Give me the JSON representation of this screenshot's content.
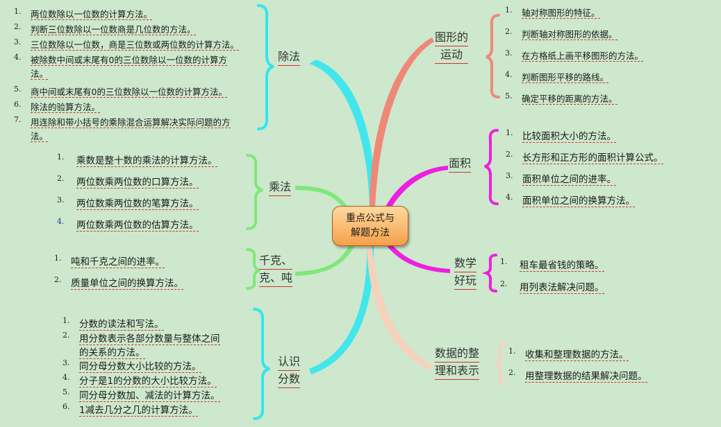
{
  "center": {
    "line1": "重点公式与",
    "line2": "解题方法"
  },
  "branches": {
    "division": {
      "title": "除法",
      "items": [
        "两位数除以一位数的计算方法。",
        "判断三位数除以一位数商是几位数的方法。",
        "三位数除以一位数，商是三位数或两位数的计算方法。",
        "被除数中间或末尾有0的三位数除以一位数的计算方",
        "法。",
        "商中间或末尾有0的三位数除以一位数的计算方法。",
        "除法的验算方法。",
        "用连除和带小括号的乘除混合运算解决实际问题的方",
        "法。"
      ]
    },
    "multiplication": {
      "title": "乘法",
      "items": [
        "乘数是整十数的乘法的计算方法。",
        "两位数乘两位数的口算方法。",
        "两位数乘两位数的笔算方法。",
        "两位数乘两位数的估算方法。"
      ]
    },
    "weight": {
      "title_line1": "千克、",
      "title_line2": "克、吨",
      "items": [
        "吨和千克之间的进率。",
        "质量单位之间的换算方法。"
      ]
    },
    "fractions": {
      "title_line1": "认识",
      "title_line2": "分数",
      "items": [
        "分数的读法和写法。",
        "用分数表示各部分数量与整体之间",
        "的关系的方法。",
        "同分母分数大小比较的方法。",
        "分子是1的分数的大小比较方法。",
        "同分母分数加、减法的计算方法。",
        "1减去几分之几的计算方法。"
      ]
    },
    "motion": {
      "title_line1": "图形的",
      "title_line2": "运动",
      "items": [
        "轴对称图形的特征。",
        "判断轴对称图形的依据。",
        "在方格纸上画平移图形的方法。",
        "判断图形平移的路线。",
        "确定平移的距离的方法。"
      ]
    },
    "area": {
      "title": "面积",
      "items": [
        "比较面积大小的方法。",
        "长方形和正方形的面积计算公式。",
        "面积单位之间的进率。",
        "面积单位之间的换算方法。"
      ]
    },
    "fun": {
      "title_line1": "数学",
      "title_line2": "好玩",
      "items": [
        "租车最省钱的策略。",
        "用列表法解决问题。"
      ]
    },
    "data": {
      "title_line1": "数据的整",
      "title_line2": "理和表示",
      "items": [
        "收集和整理数据的方法。",
        "用整理数据的结果解决问题。"
      ]
    }
  },
  "numbers": {
    "division": [
      "1.",
      "2.",
      "3.",
      "4.",
      "5.",
      "6.",
      "7."
    ],
    "four": [
      "1.",
      "2.",
      "3.",
      "4."
    ],
    "two": [
      "1.",
      "2."
    ],
    "five": [
      "1.",
      "2.",
      "3.",
      "4.",
      "5."
    ],
    "six": [
      "1.",
      "2.",
      "3.",
      "4.",
      "5.",
      "6."
    ]
  },
  "colors": {
    "cyan": "#33e5f0",
    "green": "#7ee87a",
    "magenta": "#ee1fe0",
    "salmon": "#f08878",
    "peach": "#f5d2bc",
    "background": "#cde8cc"
  }
}
